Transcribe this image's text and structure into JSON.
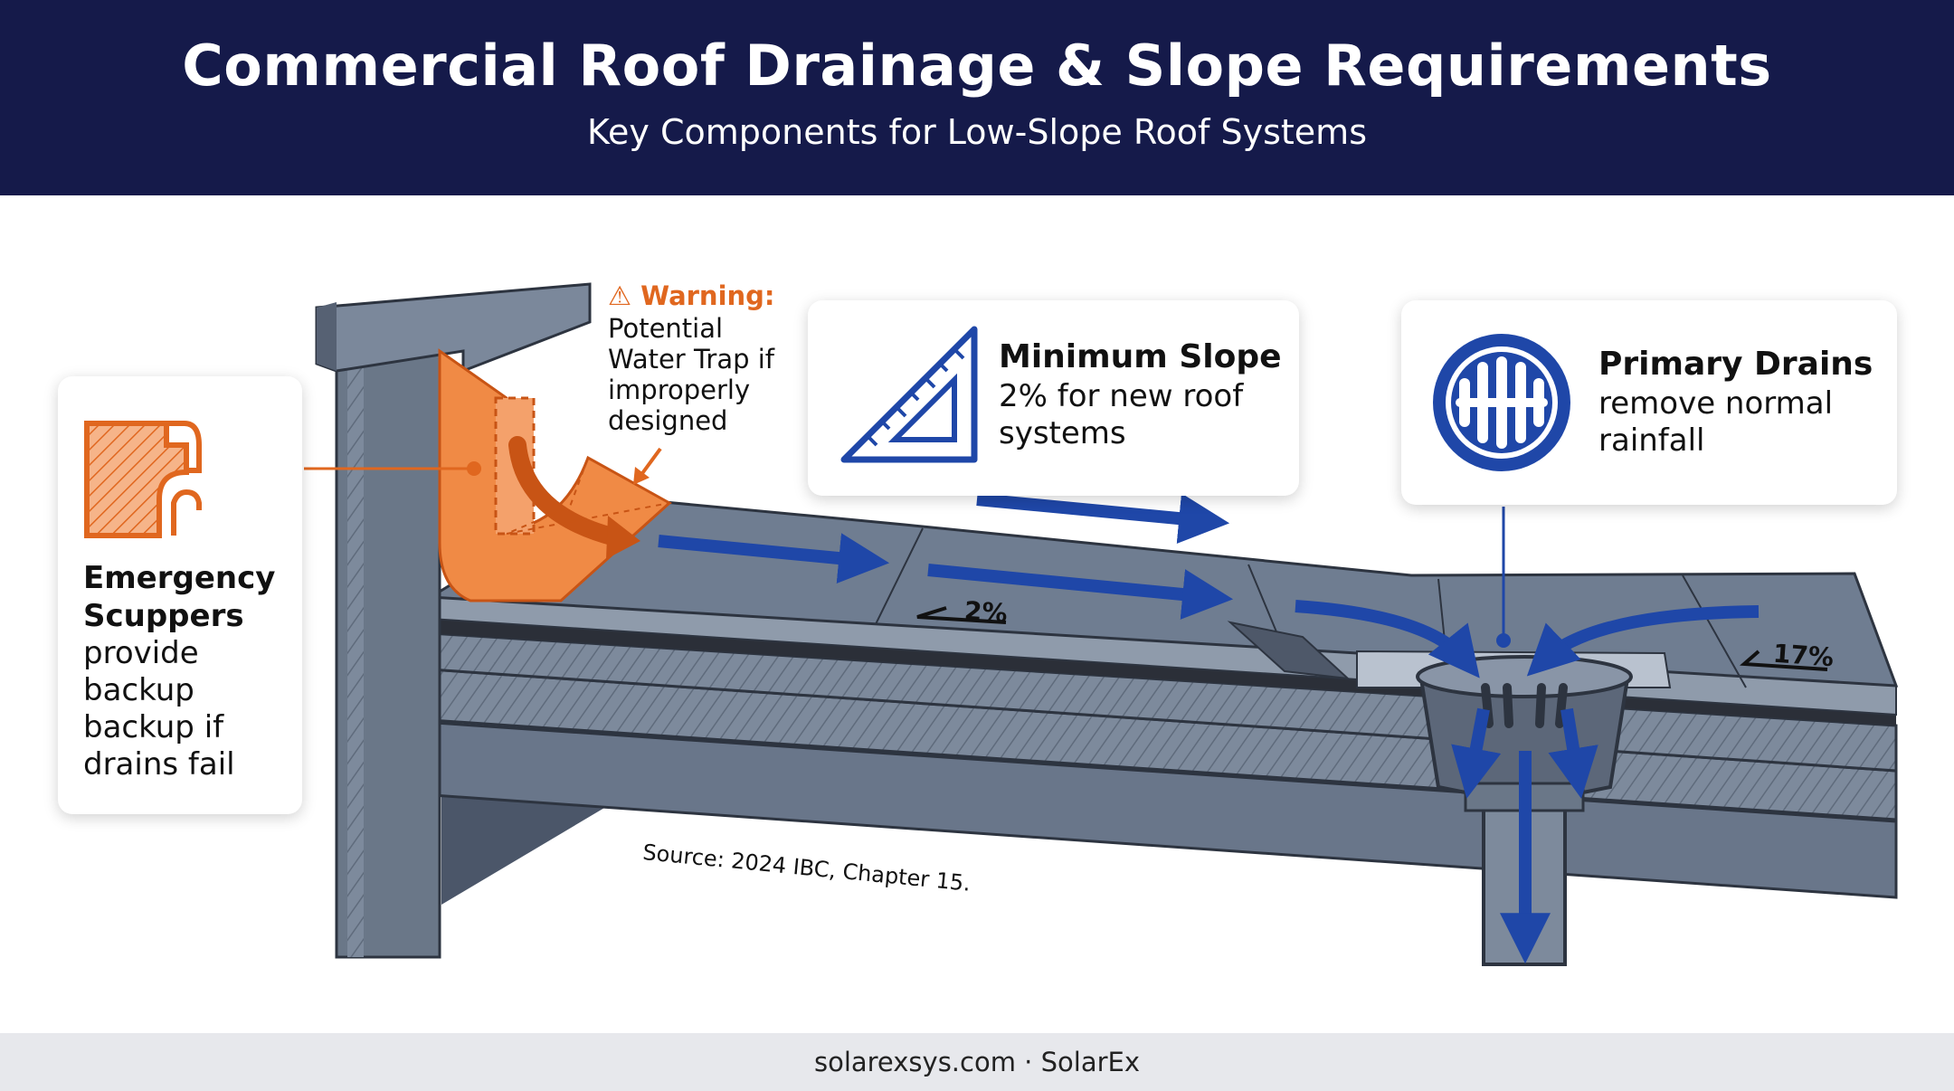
{
  "header": {
    "title": "Commercial Roof Drainage & Slope Requirements",
    "subtitle": "Key Components for Low-Slope Roof Systems"
  },
  "scuppers": {
    "title": "Emergency Scuppers",
    "body": "provide backup backup if drains fail",
    "icon": "scupper-icon"
  },
  "warning": {
    "title": "Warning:",
    "body": "Potential Water Trap if improperly designed",
    "icon": "warning-triangle-icon"
  },
  "min_slope": {
    "title": "Minimum Slope",
    "body": "2% for new roof systems",
    "icon": "triangle-ruler-icon"
  },
  "primary_drains": {
    "title": "Primary Drains",
    "body": "remove normal rainfall",
    "icon": "drain-grate-icon"
  },
  "diagram_labels": {
    "slope_a": "2%",
    "slope_b": "17%",
    "source": "Source: 2024 IBC, Chapter 15."
  },
  "footer": {
    "text": "solarexsys.com · SolarEx"
  },
  "colors": {
    "header_bg": "#151a4a",
    "accent_orange": "#e0671f",
    "accent_blue": "#1f47a8",
    "roof_gray": "#6b7a8f"
  }
}
